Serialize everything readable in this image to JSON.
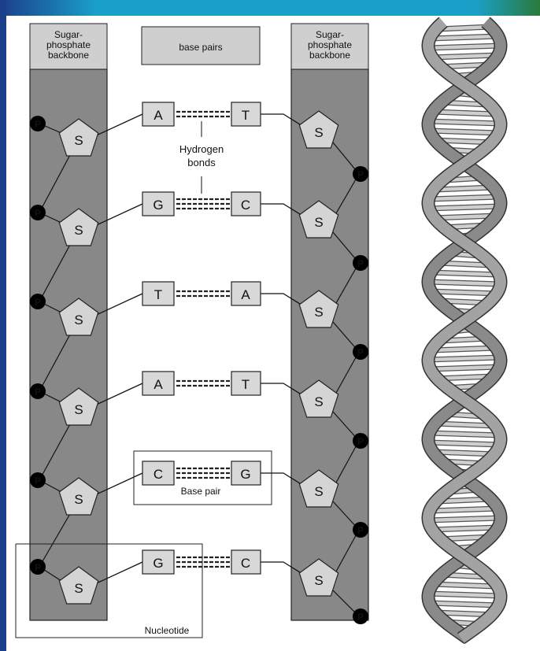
{
  "colors": {
    "frame_top": "#1aa0c8",
    "frame_left": "#1b3f8a",
    "backbone_fill": "#888888",
    "sugar_fill": "#d4d4d4",
    "base_fill": "#d8d8d8",
    "phosphate_fill": "#000000",
    "helix_strand": "#8a8a8a",
    "helix_rung": "#cfcfcf"
  },
  "labels": {
    "left_backbone": [
      "Sugar-",
      "phosphate",
      "backbone"
    ],
    "right_backbone": [
      "Sugar-",
      "phosphate",
      "backbone"
    ],
    "base_pairs_header": "base pairs",
    "hydrogen_bonds": [
      "Hydrogen",
      "bonds"
    ],
    "base_pair_callout": "Base pair",
    "nucleotide_callout": "Nucleotide"
  },
  "symbols": {
    "phosphate": "P",
    "sugar": "S"
  },
  "pairs": [
    {
      "left": "A",
      "right": "T"
    },
    {
      "left": "G",
      "right": "C"
    },
    {
      "left": "T",
      "right": "A"
    },
    {
      "left": "A",
      "right": "T"
    },
    {
      "left": "C",
      "right": "G"
    },
    {
      "left": "G",
      "right": "C"
    }
  ]
}
